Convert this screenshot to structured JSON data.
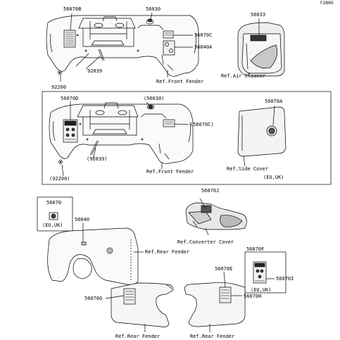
{
  "figure_code": "F2860",
  "parts": {
    "p56070B": "56070B",
    "p56030": "56030",
    "p56070C": "56070C",
    "p56040A": "56040A",
    "p92039": "92039",
    "p92200": "92200",
    "p56033": "56033",
    "p56070D": "56070D",
    "p56030b": "(56030)",
    "p56070Cb": "(56070C)",
    "p92039b": "(92039)",
    "p92200b": "(92200)",
    "p56070A": "56070A",
    "p56070": "56070",
    "p56040": "56040",
    "p56070J": "56070J",
    "p56070F": "56070F",
    "p56070E": "56070E",
    "p56070I": "56070I",
    "p56070G": "56070G",
    "p56070H": "56070H"
  },
  "refs": {
    "front_fender_1": "Ref.Front Fender",
    "air_cleaner": "Ref.Air Cleaner",
    "front_fender_2": "Ref.Front Fender",
    "side_cover": "Ref.Side Cover",
    "eu_uk_1": "(EU,UK)",
    "eu_uk_2": "(EU,UK)",
    "eu_uk_3": "(EU,UK)",
    "converter_cover": "Ref.Converter Cover",
    "rear_fender_1": "Ref.Rear Fender",
    "rear_fender_2": "Ref.Rear Fender",
    "rear_fender_3": "Ref.Rear Fender"
  }
}
